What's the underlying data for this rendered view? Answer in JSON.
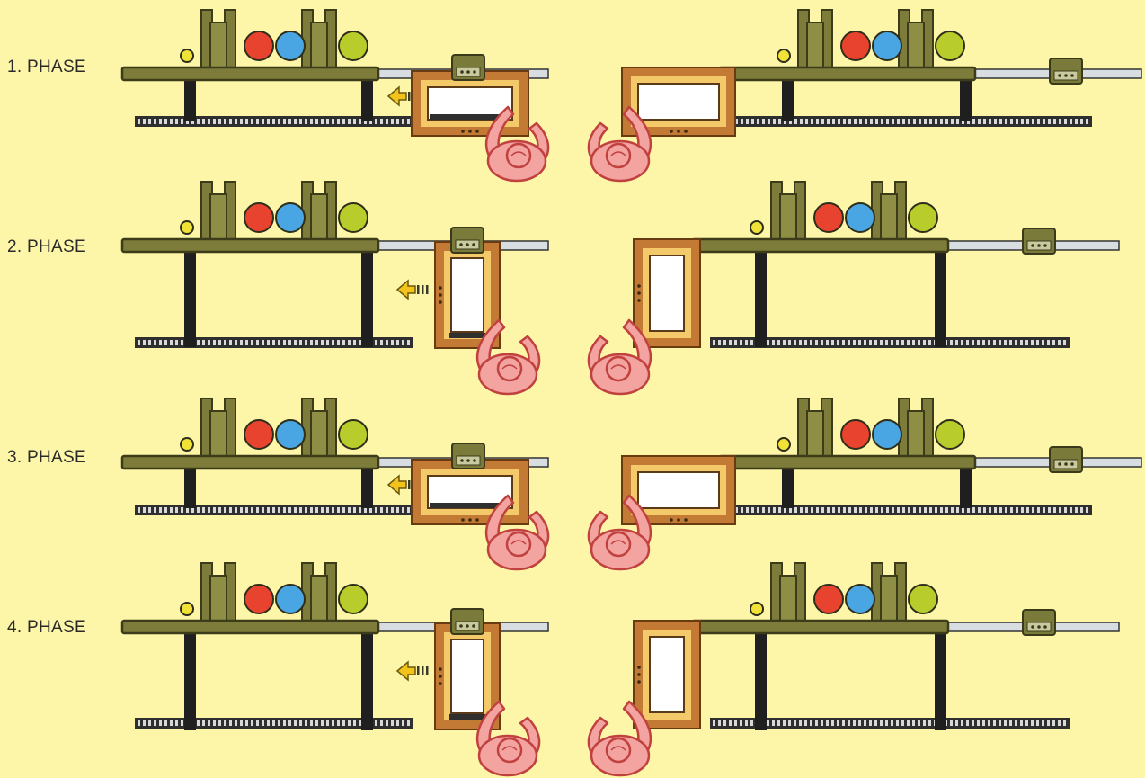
{
  "phases": [
    {
      "label": "1. PHASE"
    },
    {
      "label": "2. PHASE"
    },
    {
      "label": "3. PHASE"
    },
    {
      "label": "4. PHASE"
    }
  ],
  "colors": {
    "background": "#fdf6a8",
    "table": "#7d7c3a",
    "table_edge": "#3d3c1a",
    "rail": "#d8dde2",
    "rack": "#2f2f2f",
    "frame_outer": "#c27a34",
    "frame_inner": "#f4c96a",
    "arrow": "#f3c31a",
    "person": "#f3a3a0",
    "person_edge": "#c0413e",
    "ball_yellow": "#f0e237",
    "ball_red": "#e8432f",
    "ball_blue": "#4aa6e2",
    "ball_lime": "#b8cd2c"
  },
  "icons": [
    "phase-arrow-icon",
    "operator-figure-icon",
    "control-box-icon"
  ]
}
